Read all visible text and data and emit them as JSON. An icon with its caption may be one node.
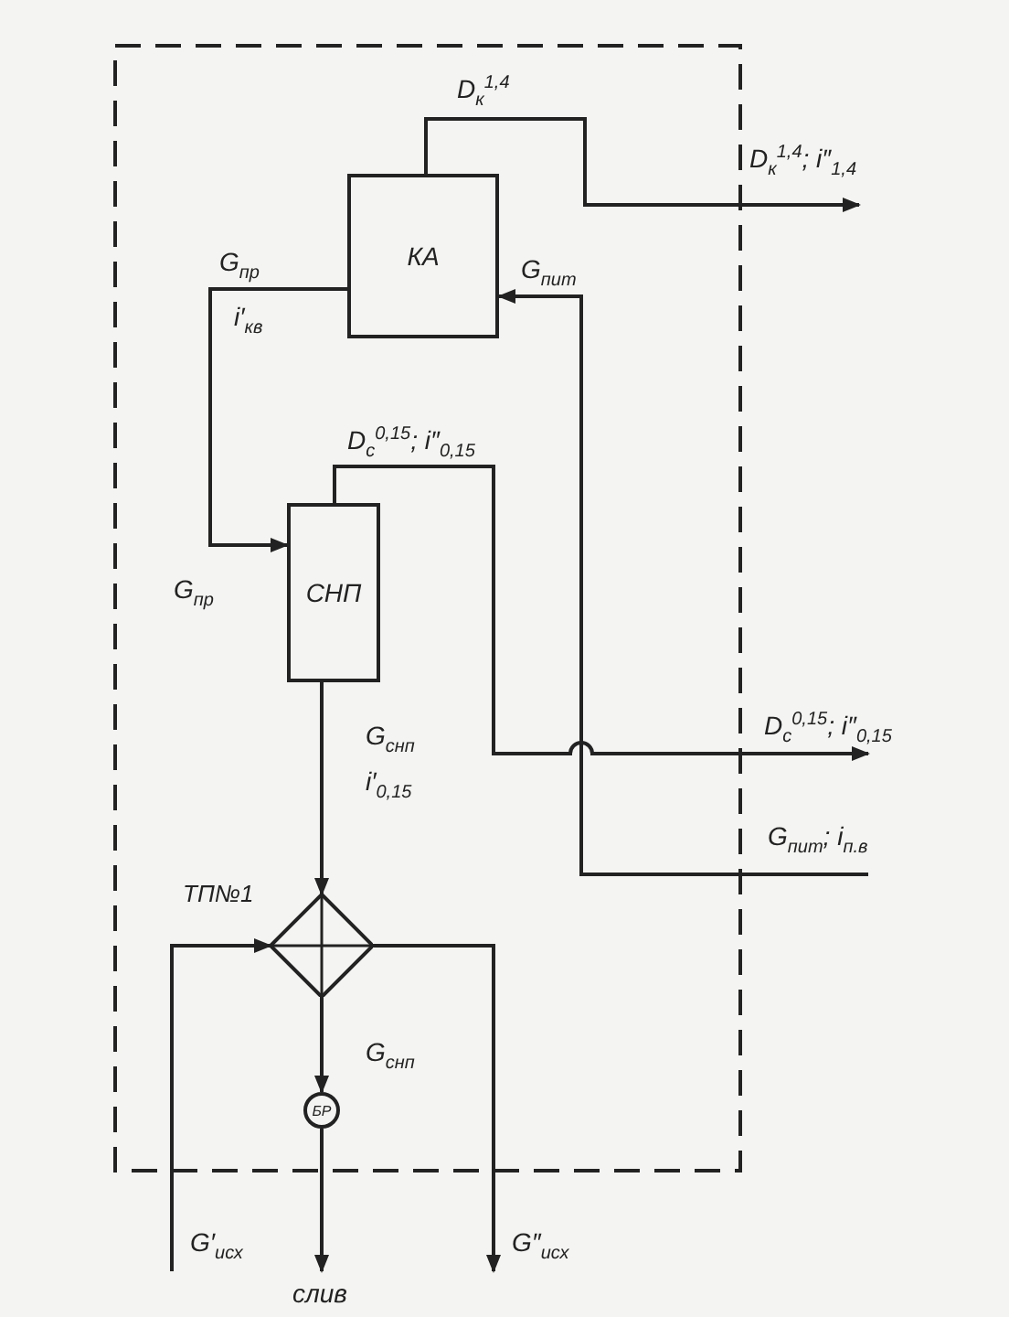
{
  "diagram": {
    "nodes": [
      {
        "text": [
          "КА"
        ]
      },
      {
        "text": [
          "СНП"
        ]
      },
      {
        "text": [
          "ТП№1"
        ]
      },
      {
        "text": [
          "БР"
        ]
      }
    ],
    "edges": [
      {
        "from": 0,
        "to": null,
        "arrow": "to",
        "label": "D$_{к}$$^{1,4}$; i″$_{1,4}$"
      },
      {
        "from": 0,
        "to": 1,
        "arrow": "to",
        "label": "G$_{пр}$"
      },
      {
        "from": null,
        "to": 0,
        "arrow": "to",
        "label": "G$_{пит}$; i$_{п.в}$"
      },
      {
        "from": 1,
        "to": null,
        "arrow": "to",
        "label": "D$_{с}$$^{0,15}$; i″$_{0,15}$"
      },
      {
        "from": 1,
        "to": 2,
        "arrow": "to",
        "label": "G$_{снп}$"
      },
      {
        "from": 2,
        "to": 3,
        "arrow": "to",
        "label": "G$_{снп}$"
      },
      {
        "from": 3,
        "to": null,
        "arrow": "to",
        "label": "слив"
      },
      {
        "from": null,
        "to": 2,
        "arrow": "to",
        "label": "G′$_{исх}$"
      },
      {
        "from": 2,
        "to": null,
        "arrow": "to",
        "label": "G″$_{исх}$"
      }
    ],
    "labels": [
      "D$_{к}$$^{1,4}$",
      "i′$_{кв}$",
      "G$_{пит}$",
      "D$_{с}$$^{0,15}$; i″$_{0,15}$",
      "G$_{пр}$",
      "i′$_{0,15}$"
    ]
  }
}
